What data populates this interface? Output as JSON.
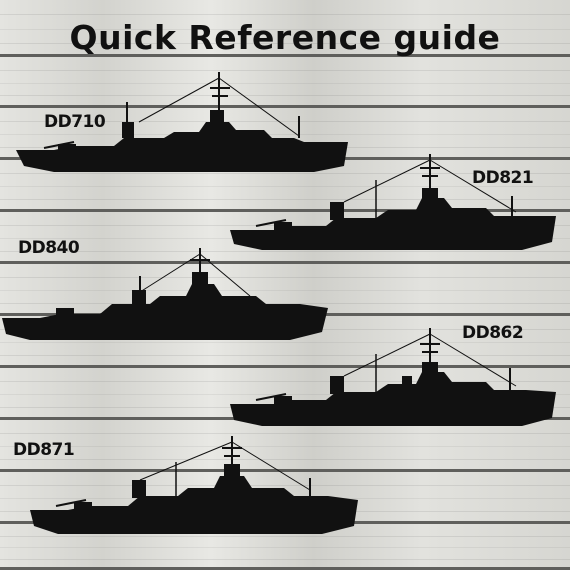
{
  "title": "Quick Reference guide",
  "ships": [
    {
      "label": "DD710"
    },
    {
      "label": "DD821"
    },
    {
      "label": "DD840"
    },
    {
      "label": "DD862"
    },
    {
      "label": "DD871"
    }
  ],
  "colors": {
    "silhouette": "#111111",
    "text": "#111111",
    "wood_light": "#e4e4e0",
    "wood_gap": "#5f5f5c"
  }
}
